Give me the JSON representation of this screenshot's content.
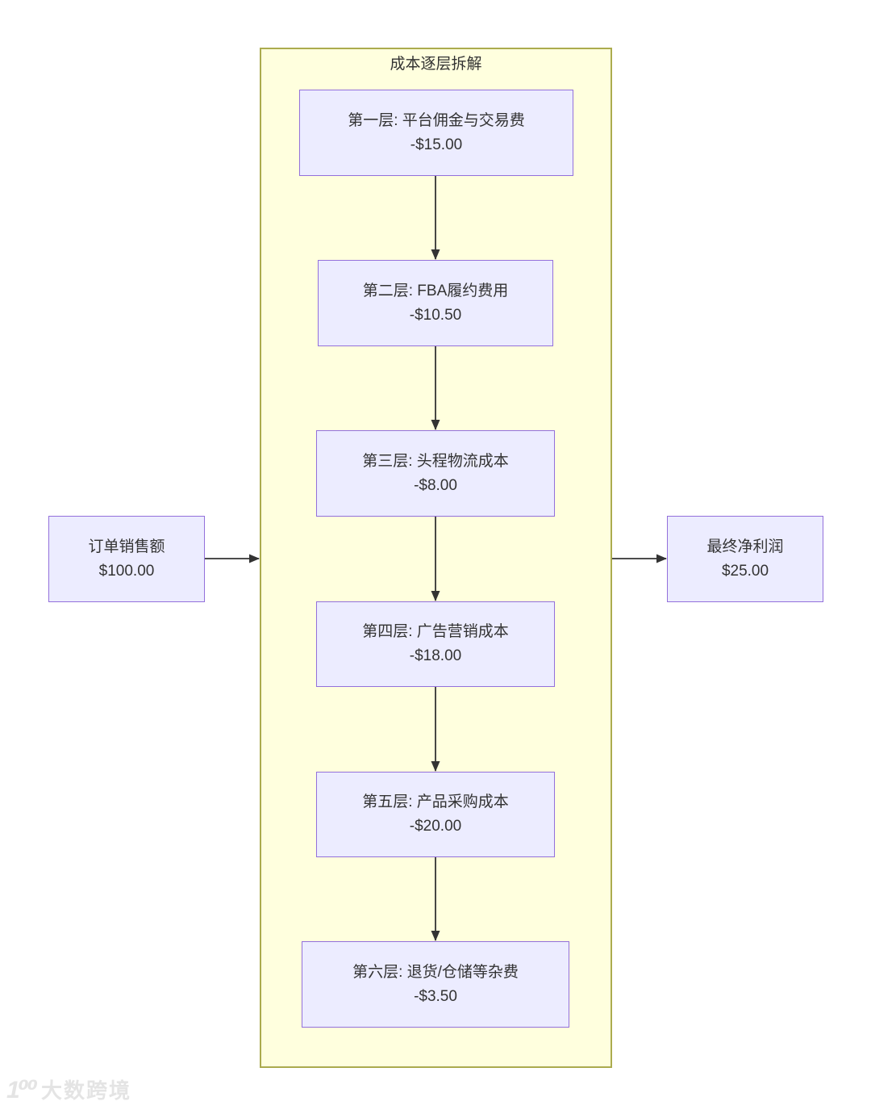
{
  "diagram": {
    "cluster": {
      "title": "成本逐层拆解",
      "fill_color": "#ffffde",
      "border_color": "#abab4e"
    },
    "node_style": {
      "fill_color": "#ececff",
      "border_color": "#9370db",
      "text_color": "#333333"
    },
    "arrow_color": "#333333",
    "source_node": {
      "label": "订单销售额",
      "value": "$100.00"
    },
    "result_node": {
      "label": "最终净利润",
      "value": "$25.00"
    },
    "layers": [
      {
        "label": "第一层: 平台佣金与交易费",
        "value": "-$15.00"
      },
      {
        "label": "第二层: FBA履约费用",
        "value": "-$10.50"
      },
      {
        "label": "第三层: 头程物流成本",
        "value": "-$8.00"
      },
      {
        "label": "第四层: 广告营销成本",
        "value": "-$18.00"
      },
      {
        "label": "第五层: 产品采购成本",
        "value": "-$20.00"
      },
      {
        "label": "第六层: 退货/仓储等杂费",
        "value": "-$3.50"
      }
    ],
    "watermark": {
      "icon": "1⁰⁰",
      "text": "大数跨境"
    }
  }
}
